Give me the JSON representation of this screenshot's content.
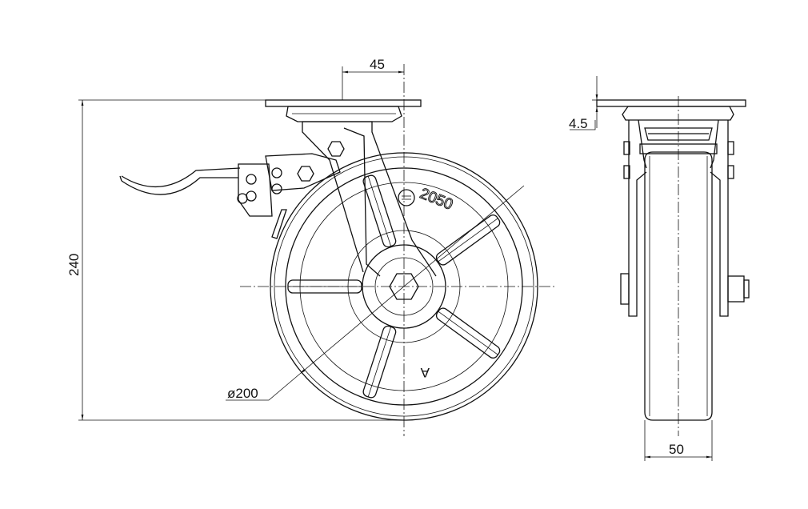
{
  "title": "Swivel caster with brake - technical drawing",
  "dimensions": {
    "offset": "45",
    "height": "240",
    "plate_thickness": "4.5",
    "wheel_width": "50",
    "wheel_diameter": "ø200"
  },
  "wheel_marking": "2050",
  "hub_marking": "A"
}
